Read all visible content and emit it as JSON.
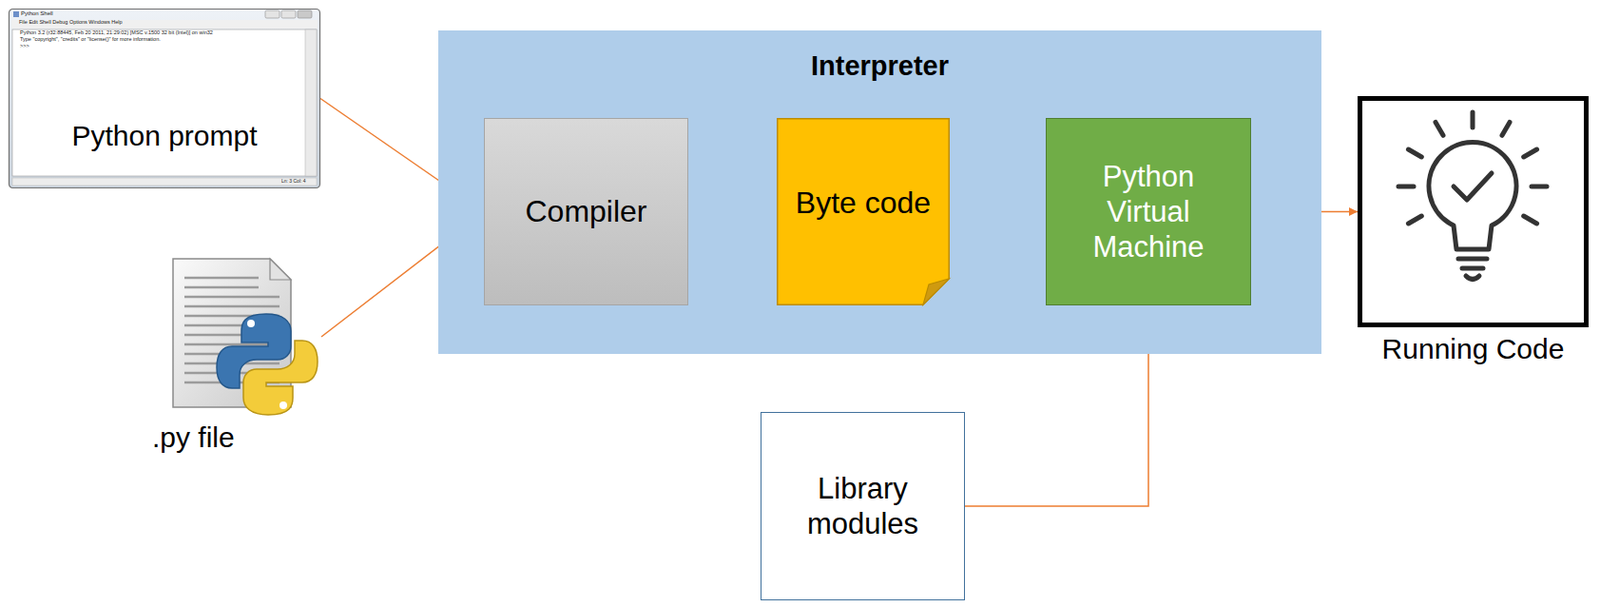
{
  "diagram": {
    "nodes": [
      {
        "text": [
          "Python prompt"
        ]
      },
      {
        "text": [
          ".py file"
        ]
      },
      {
        "text": [
          "Interpreter"
        ]
      },
      {
        "text": [
          "Compiler"
        ],
        "in": 2
      },
      {
        "text": [
          "Byte code"
        ],
        "in": 2
      },
      {
        "text": [
          "Python Virtual Machine"
        ],
        "in": 2
      },
      {
        "text": [
          "Library modules"
        ]
      },
      {
        "text": [
          "Running Code"
        ]
      }
    ],
    "edges": [
      {
        "from": 0,
        "to": 3,
        "arrow": "to"
      },
      {
        "from": 1,
        "to": 3,
        "arrow": "to"
      },
      {
        "from": 3,
        "to": 4,
        "arrow": "to"
      },
      {
        "from": 4,
        "to": 5,
        "arrow": "to"
      },
      {
        "from": 5,
        "to": 7,
        "arrow": "to"
      },
      {
        "from": 6,
        "to": 5,
        "arrow": "to"
      }
    ],
    "labels": [
      "Python Shell",
      "File Edit Shell Debug Options Windows Help",
      "Python 3.2 (r32:88445, Feb 20 2011, 21:29:02) [MSC v.1500 32 bit (Intel)] on win32",
      "Type \"copyright\", \"credits\" or \"license()\" for more information.",
      ">>>",
      "Ln: 3 Col: 4"
    ]
  }
}
